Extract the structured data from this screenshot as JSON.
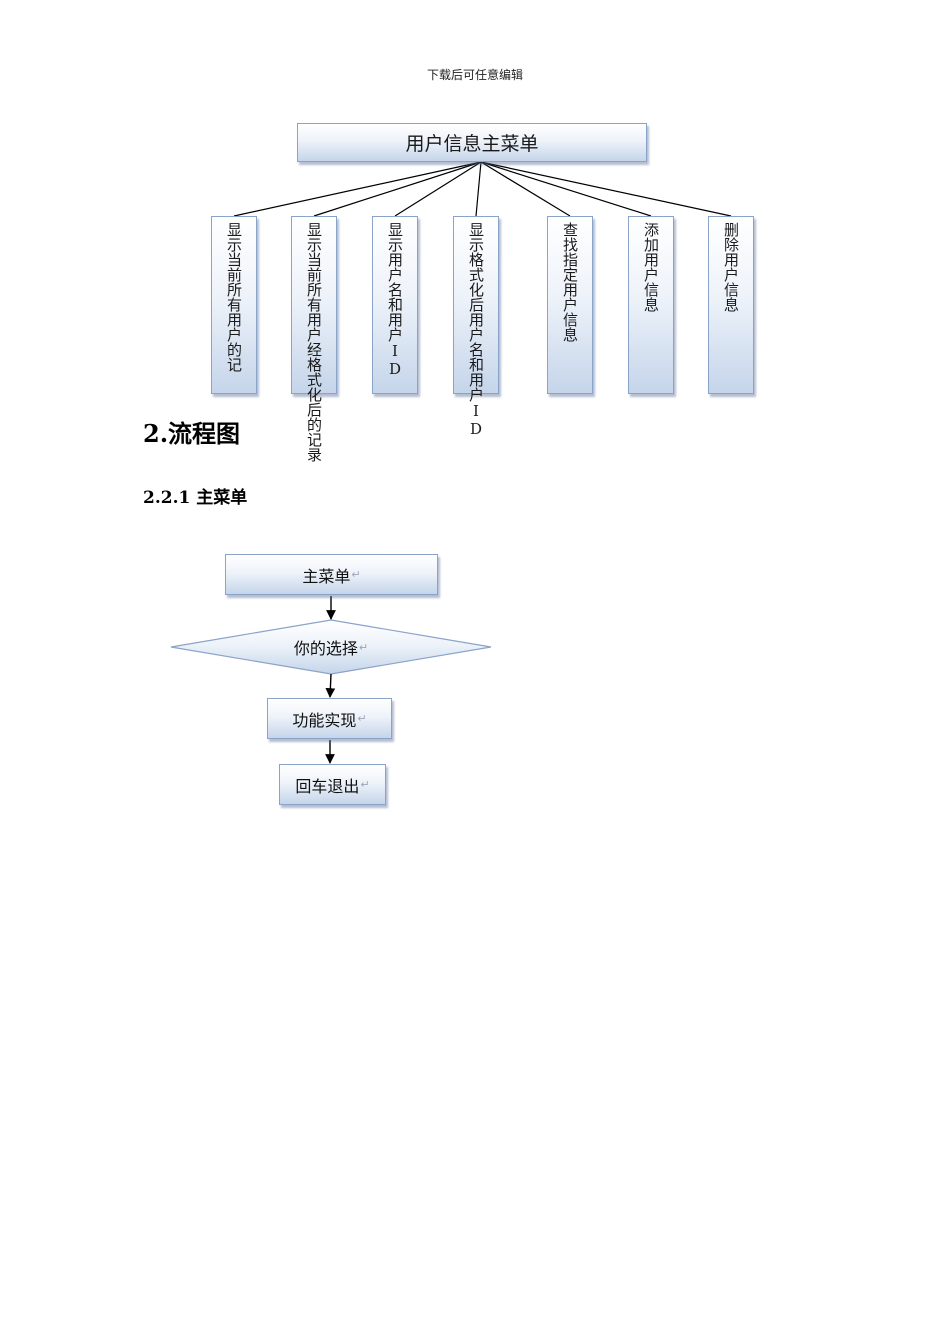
{
  "page_header": "下载后可任意编辑",
  "hierarchy": {
    "root_label": "用户信息主菜单",
    "leaves": [
      {
        "label": "显示当前所有用户的记"
      },
      {
        "label": "显示当前所有用户经格式化后的记录"
      },
      {
        "label": "显示用户名和用户ID"
      },
      {
        "label": "显示格式化后用户名和用户ID"
      },
      {
        "label": "查找指定用户信息"
      },
      {
        "label": "添加用户信息"
      },
      {
        "label": "删除用户信息"
      }
    ]
  },
  "section": {
    "title": "2.流程图",
    "subtitle": "2.2.1 主菜单"
  },
  "flowchart": {
    "return_mark": "↵",
    "steps": [
      {
        "label": "主菜单",
        "shape": "rectangle"
      },
      {
        "label": "你的选择",
        "shape": "diamond"
      },
      {
        "label": "功能实现",
        "shape": "rectangle"
      },
      {
        "label": "回车退出",
        "shape": "rectangle"
      }
    ]
  },
  "colors": {
    "box_border": "#8aa3c8",
    "box_fill_bottom": "#c5d5ea",
    "line": "#000000"
  }
}
